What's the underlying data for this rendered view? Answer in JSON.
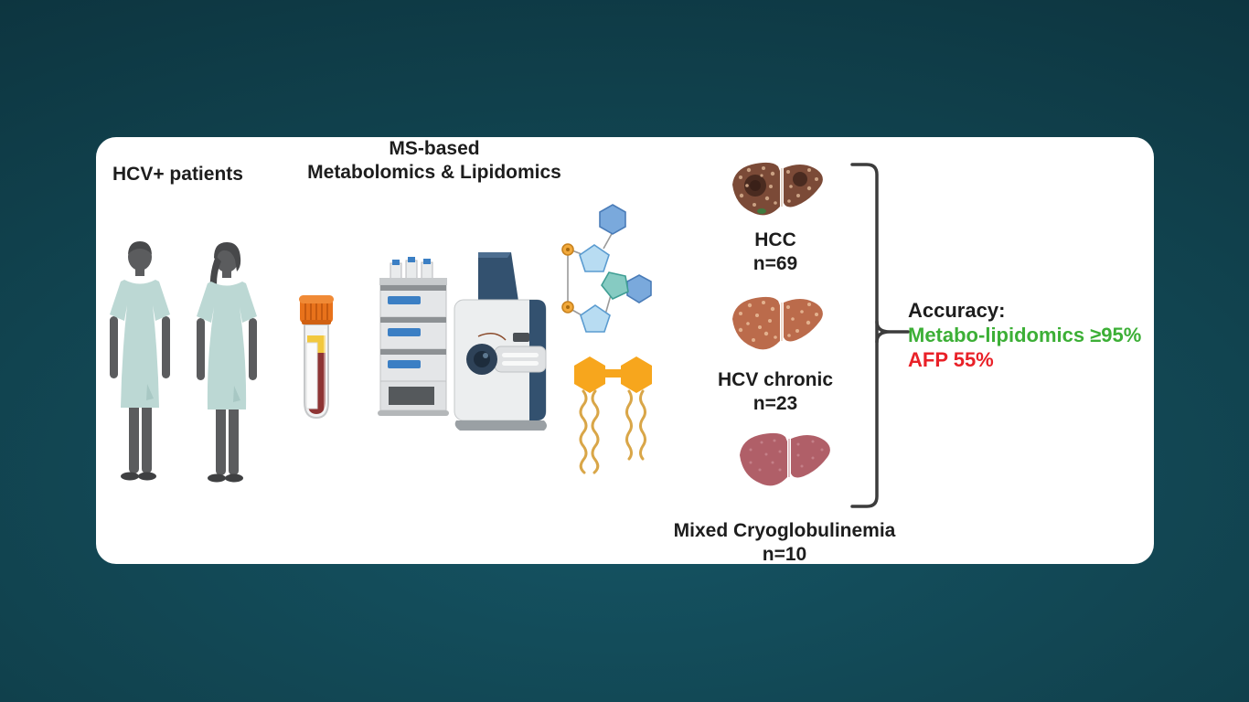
{
  "card": {
    "patients_label": "HCV+ patients",
    "method": {
      "line1": "MS-based",
      "line2": "Metabolomics & Lipidomics"
    },
    "groups": [
      {
        "name": "HCC",
        "count": "n=69"
      },
      {
        "name": "HCV chronic",
        "count": "n=23"
      },
      {
        "name": "Mixed Cryoglobulinemia",
        "count": "n=10"
      }
    ],
    "results": {
      "title": "Accuracy:",
      "metabo_line": "Metabo-lipidomics ≥95%",
      "afp_line": "AFP 55%"
    }
  },
  "icons": {
    "patients": "two-patients-in-hospital-gowns",
    "tube": "blood-sample-tube",
    "lcms": "lc-ms-instrument",
    "metabolites": "metabolite-molecule",
    "lipids": "lipid-molecules",
    "liver_hcc": "hcc-cirrhotic-liver",
    "liver_hcv": "hcv-chronic-liver",
    "liver_mc": "mixed-cryoglobulinemia-liver",
    "bracket": "grouping-bracket"
  },
  "colors": {
    "background": "#11434f",
    "card": "#ffffff",
    "text": "#1d1d1d",
    "accuracy_green": "#3caf36",
    "accuracy_red": "#e92128",
    "gown": "#bcd8d4",
    "skin": "#5b5c5e",
    "tube_cap": "#e8721b",
    "serum_yellow": "#f2c83e",
    "blood_red": "#8e3434",
    "instrument_navy": "#33516f",
    "metabolite_blue": "#7aa9dc",
    "metabolite_lightblue": "#b8dcf2",
    "metabolite_teal": "#86cbc2",
    "phosphate_orange": "#f2a93b",
    "lipid_head": "#f7a61d",
    "lipid_tail": "#d9a648",
    "liver_hcc": "#7b4a37",
    "liver_hcv": "#bb6b4b",
    "liver_mc": "#b05f68",
    "bracket": "#3c3c3c"
  }
}
